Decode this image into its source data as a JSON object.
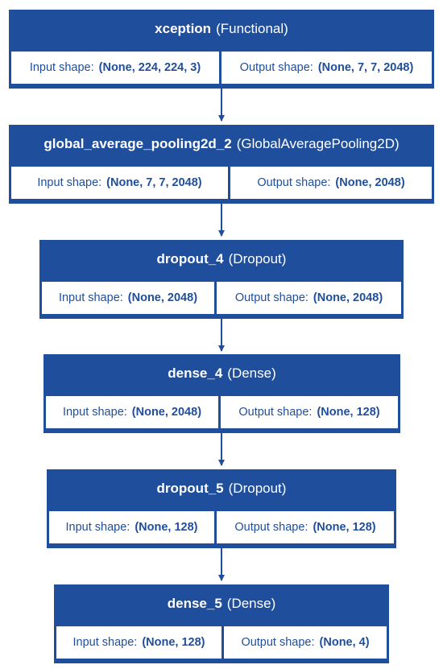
{
  "layers": [
    {
      "name": "xception",
      "type": "(Functional)",
      "input": "(None, 224, 224, 3)",
      "output": "(None, 7, 7, 2048)"
    },
    {
      "name": "global_average_pooling2d_2",
      "type": "(GlobalAveragePooling2D)",
      "input": "(None, 7, 7, 2048)",
      "output": "(None, 2048)"
    },
    {
      "name": "dropout_4",
      "type": "(Dropout)",
      "input": "(None, 2048)",
      "output": "(None, 2048)"
    },
    {
      "name": "dense_4",
      "type": "(Dense)",
      "input": "(None, 2048)",
      "output": "(None, 128)"
    },
    {
      "name": "dropout_5",
      "type": "(Dropout)",
      "input": "(None, 128)",
      "output": "(None, 128)"
    },
    {
      "name": "dense_5",
      "type": "(Dense)",
      "input": "(None, 128)",
      "output": "(None, 4)"
    }
  ],
  "labels": {
    "input": "Input shape:",
    "output": "Output shape:"
  },
  "colors": {
    "box": "#1f4e9c",
    "text_on_box": "#ffffff",
    "cell": "#ffffff"
  }
}
